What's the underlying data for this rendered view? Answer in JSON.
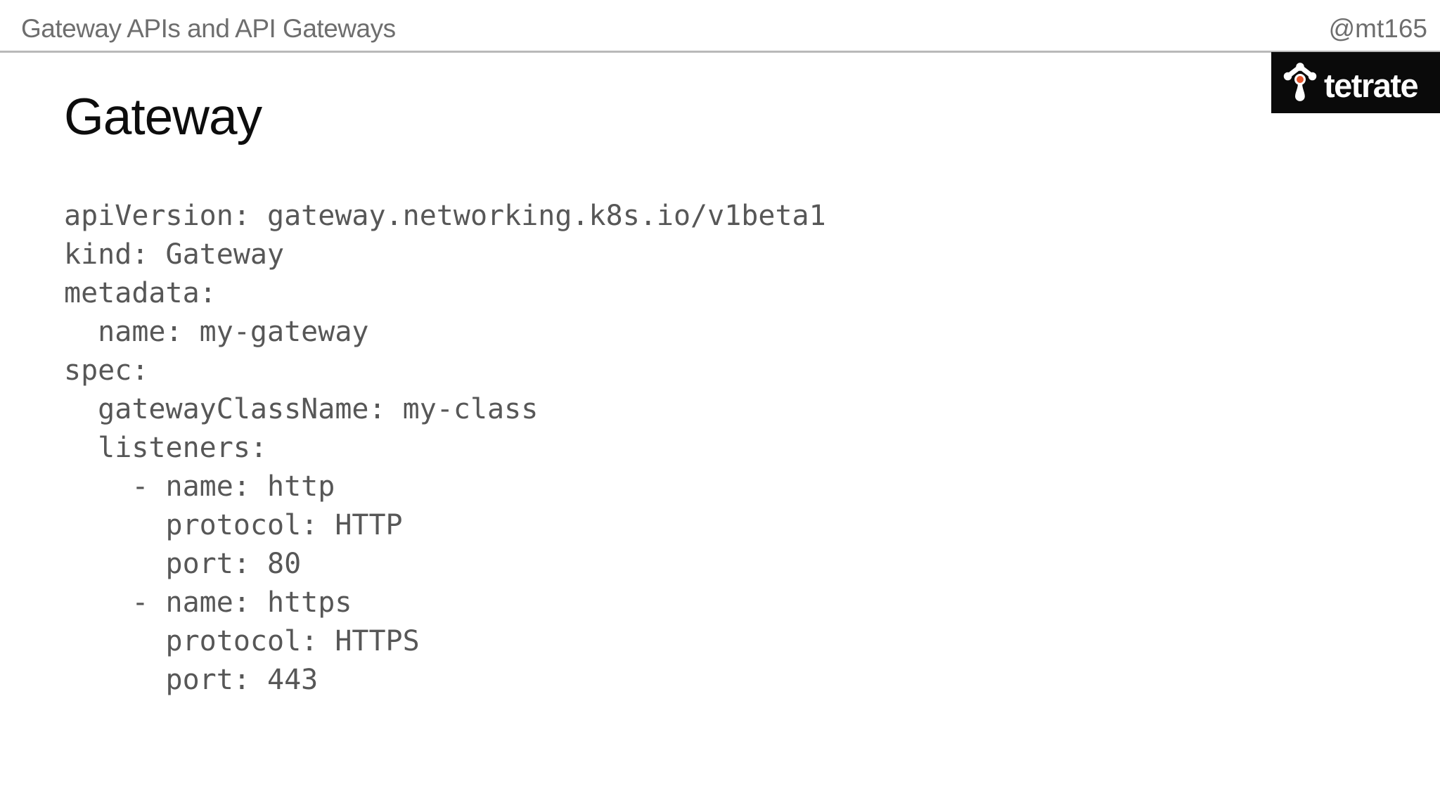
{
  "header": {
    "deck_title": "Gateway APIs and API Gateways",
    "author_handle": "@mt165"
  },
  "branding": {
    "logo_text": "tetrate",
    "logo_icon": "tetrate-mesh-node-icon",
    "logo_background": "#0a0a0a",
    "logo_dot_color": "#e4552b"
  },
  "slide": {
    "title": "Gateway"
  },
  "code": {
    "language": "yaml",
    "lines": [
      "apiVersion: gateway.networking.k8s.io/v1beta1",
      "kind: Gateway",
      "metadata:",
      "  name: my-gateway",
      "spec:",
      "  gatewayClassName: my-class",
      "  listeners:",
      "    - name: http",
      "      protocol: HTTP",
      "      port: 80",
      "    - name: https",
      "      protocol: HTTPS",
      "      port: 443"
    ]
  },
  "colors": {
    "background": "#ffffff",
    "header_text": "#6e6e6e",
    "title_text": "#0d0d0d",
    "code_text": "#575757",
    "divider": "#b9b9b9"
  }
}
